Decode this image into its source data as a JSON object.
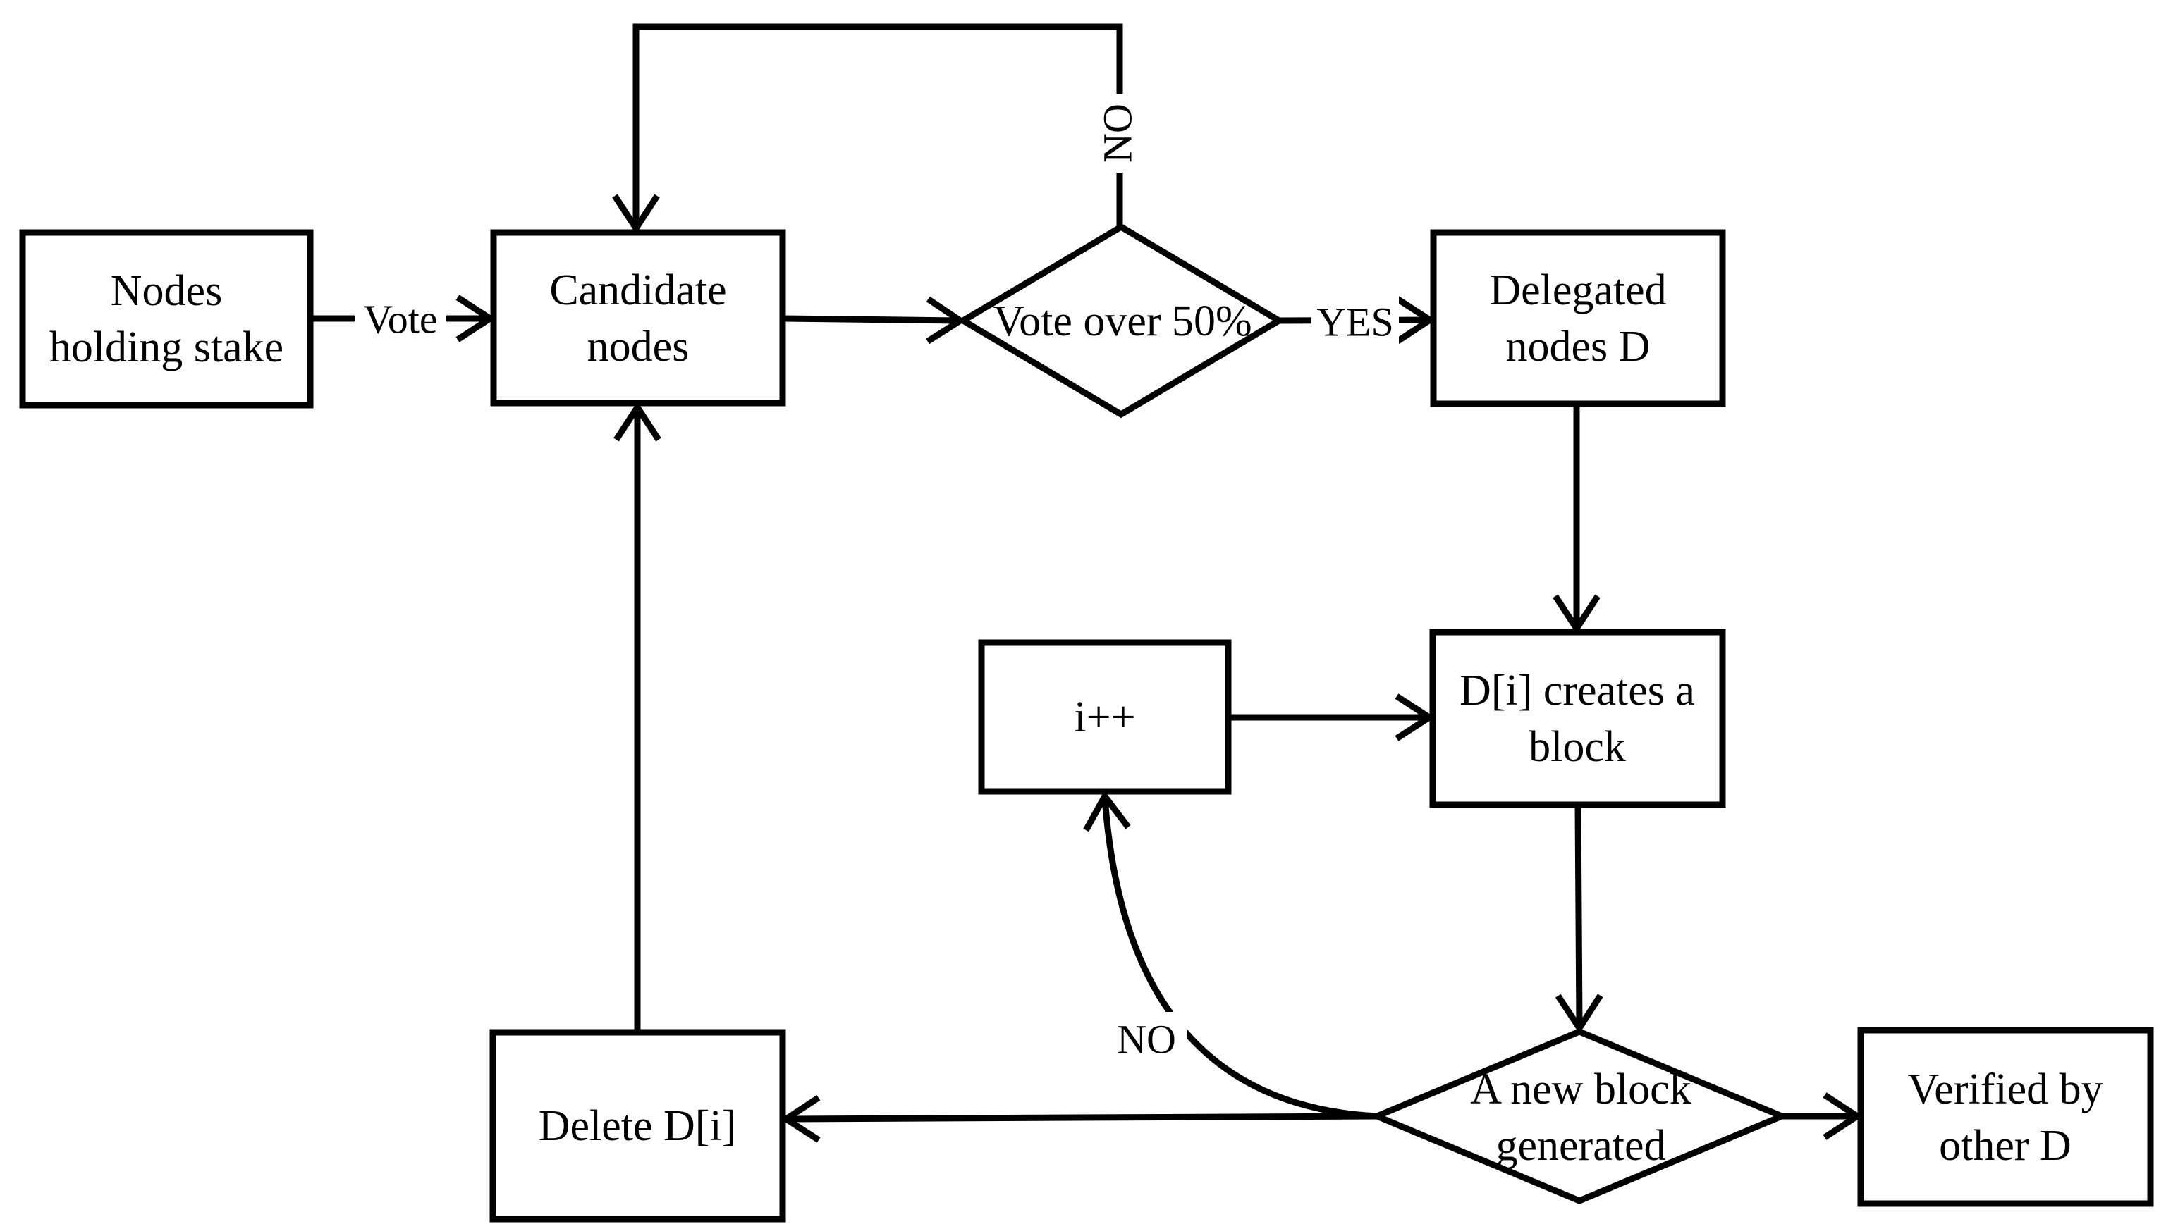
{
  "diagram": {
    "type": "flowchart",
    "topic": "DPoS consensus process",
    "colors": {
      "stroke": "#000000",
      "background": "#ffffff"
    }
  },
  "nodes": {
    "nodes_holding_stake": {
      "shape": "rect",
      "lines": [
        "Nodes",
        "holding stake"
      ]
    },
    "candidate_nodes": {
      "shape": "rect",
      "lines": [
        "Candidate",
        "nodes"
      ]
    },
    "vote_over_50": {
      "shape": "diamond",
      "label": "Vote over 50%"
    },
    "delegated_nodes_d": {
      "shape": "rect",
      "lines": [
        "Delegated",
        "nodes D"
      ]
    },
    "i_plus_plus": {
      "shape": "rect",
      "label": "i++"
    },
    "di_creates_block": {
      "shape": "rect",
      "lines": [
        "D[i] creates a",
        "block"
      ]
    },
    "new_block_generated": {
      "shape": "diamond",
      "lines": [
        "A new block",
        "generated"
      ]
    },
    "verified_by_other_d": {
      "shape": "rect",
      "lines": [
        "Verified by",
        "other D"
      ]
    },
    "delete_di": {
      "shape": "rect",
      "label": "Delete D[i]"
    }
  },
  "edge_labels": {
    "vote": "Vote",
    "yes": "YES",
    "no_top": "NO",
    "no_curve": "NO"
  },
  "edges": [
    {
      "from": "nodes_holding_stake",
      "to": "candidate_nodes",
      "label": "Vote"
    },
    {
      "from": "candidate_nodes",
      "to": "vote_over_50",
      "label": ""
    },
    {
      "from": "vote_over_50",
      "to": "delegated_nodes_d",
      "label": "YES"
    },
    {
      "from": "vote_over_50",
      "to": "candidate_nodes",
      "label": "NO"
    },
    {
      "from": "delegated_nodes_d",
      "to": "di_creates_block",
      "label": ""
    },
    {
      "from": "i_plus_plus",
      "to": "di_creates_block",
      "label": ""
    },
    {
      "from": "di_creates_block",
      "to": "new_block_generated",
      "label": ""
    },
    {
      "from": "new_block_generated",
      "to": "verified_by_other_d",
      "label": ""
    },
    {
      "from": "new_block_generated",
      "to": "delete_di",
      "label": ""
    },
    {
      "from": "new_block_generated",
      "to": "i_plus_plus",
      "label": "NO"
    },
    {
      "from": "delete_di",
      "to": "candidate_nodes",
      "label": ""
    }
  ]
}
